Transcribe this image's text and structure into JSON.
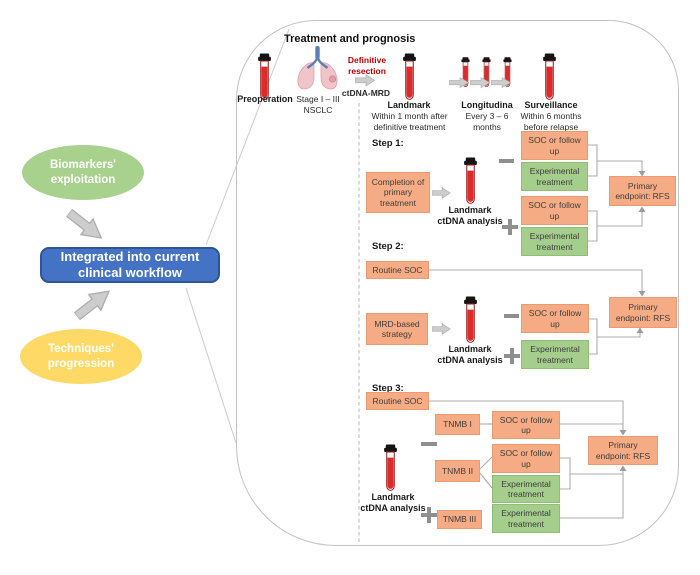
{
  "left_flow": {
    "biomarkers_label": "Biomarkers' exploitation",
    "integrated_label": "Integrated into current clinical workflow",
    "techniques_label": "Techniques' progression"
  },
  "panel": {
    "title": "Treatment and prognosis",
    "timeline": {
      "preoperation_label": "Preoperation",
      "stage_label": "Stage I – III NSCLC",
      "definitive_resection_label": "Definitive resection",
      "ctdna_mrd_label": "ctDNA-MRD",
      "landmark_label": "Landmark",
      "landmark_sub": "Within 1 month after definitive treatment",
      "longitudinal_label": "Longitudina",
      "longitudinal_sub": "Every 3 – 6 months",
      "surveillance_label": "Surveillance",
      "surveillance_sub": "Within 6 months before relapse"
    },
    "steps": {
      "step1": {
        "label": "Step 1:",
        "completion_box": "Completion of primary treatment",
        "landmark_title": "Landmark",
        "landmark_subtitle": "ctDNA analysis",
        "soc_negative": "SOC or follow up",
        "experimental_negative": "Experimental treatment",
        "soc_positive": "SOC or follow up",
        "experimental_positive": "Experimental treatment",
        "endpoint_box": "Primary endpoint: RFS"
      },
      "step2": {
        "label": "Step 2:",
        "routine_soc_box": "Routine SOC",
        "mrd_strategy_box": "MRD-based strategy",
        "landmark_title": "Landmark",
        "landmark_subtitle": "ctDNA analysis",
        "soc_negative": "SOC or follow up",
        "experimental_positive": "Experimental treatment",
        "endpoint_box": "Primary endpoint: RFS"
      },
      "step3": {
        "label": "Step 3:",
        "routine_soc_box": "Routine SOC",
        "tnmb1_box": "TNMB I",
        "soc_tnmb1": "SOC or follow up",
        "tnmb2_box": "TNMB II",
        "soc_tnmb2": "SOC or follow up",
        "experimental_tnmb2": "Experimental treatment",
        "tnmb3_box": "TNMB III",
        "experimental_tnmb3": "Experimental treatment",
        "landmark_title": "Landmark",
        "landmark_subtitle": "ctDNA analysis",
        "endpoint_box": "Primary endpoint: RFS"
      }
    }
  },
  "colors": {
    "salmon_box": "#F5AC84",
    "green_box": "#A5CE8D",
    "blue_box": "#4472C4",
    "green_ellipse": "#A9D18E",
    "yellow_ellipse": "#FFD966",
    "red_accent": "#C00000",
    "gray_arrow": "#CDCDCD"
  }
}
